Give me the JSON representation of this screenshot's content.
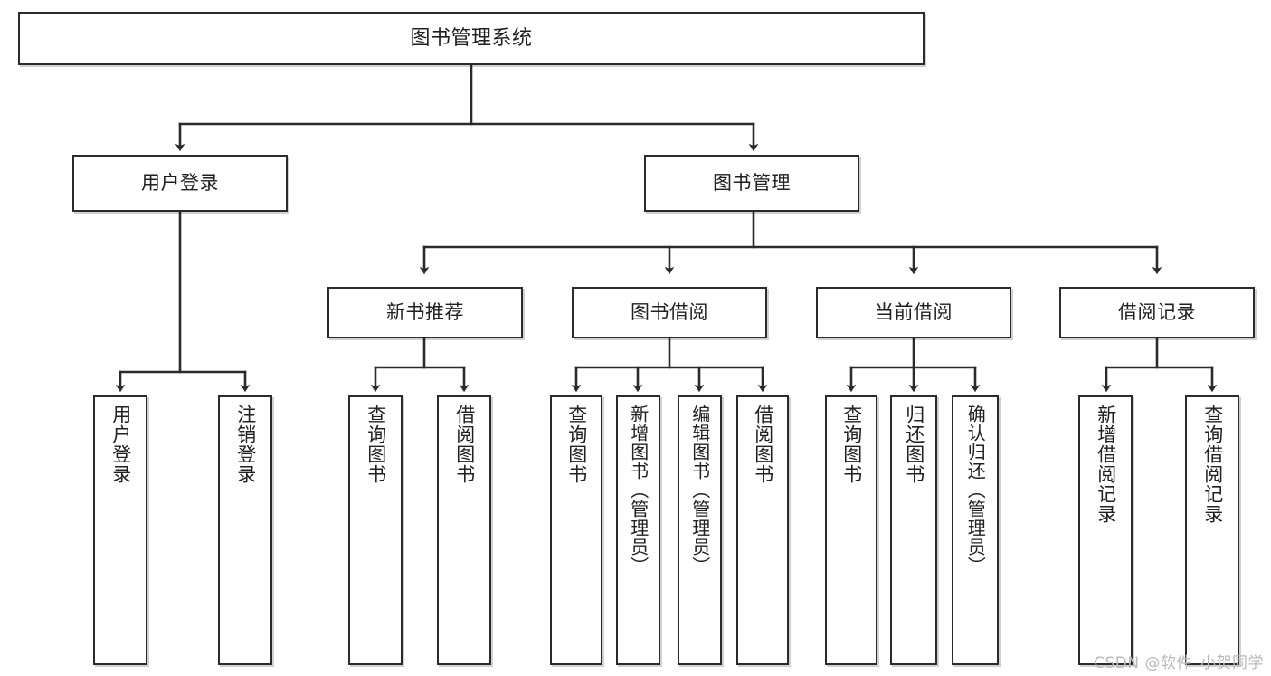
{
  "diagram": {
    "title": "图书管理系统",
    "watermark": "CSDN @软件_小贺同学",
    "colors": {
      "stroke": "#2b2b2b",
      "box_fill": "#ffffff",
      "text": "#202020",
      "watermark": "#b9b9b9",
      "background": "#ffffff"
    },
    "root": {
      "label": "图书管理系统"
    },
    "level2": [
      {
        "label": "用户登录"
      },
      {
        "label": "图书管理"
      }
    ],
    "level3": [
      {
        "label": "新书推荐"
      },
      {
        "label": "图书借阅"
      },
      {
        "label": "当前借阅"
      },
      {
        "label": "借阅记录"
      }
    ],
    "leaves": {
      "user_login": [
        {
          "label": "用户登录"
        },
        {
          "label": "注销登录"
        }
      ],
      "new_book_recommend": [
        {
          "label": "查询图书"
        },
        {
          "label": "借阅图书"
        }
      ],
      "book_borrow": [
        {
          "label": "查询图书"
        },
        {
          "label": "新增图书（管理员）"
        },
        {
          "label": "编辑图书（管理员）"
        },
        {
          "label": "借阅图书"
        }
      ],
      "current_borrow": [
        {
          "label": "查询图书"
        },
        {
          "label": "归还图书"
        },
        {
          "label": "确认归还（管理员）"
        }
      ],
      "borrow_record": [
        {
          "label": "新增借阅记录"
        },
        {
          "label": "查询借阅记录"
        }
      ]
    }
  }
}
